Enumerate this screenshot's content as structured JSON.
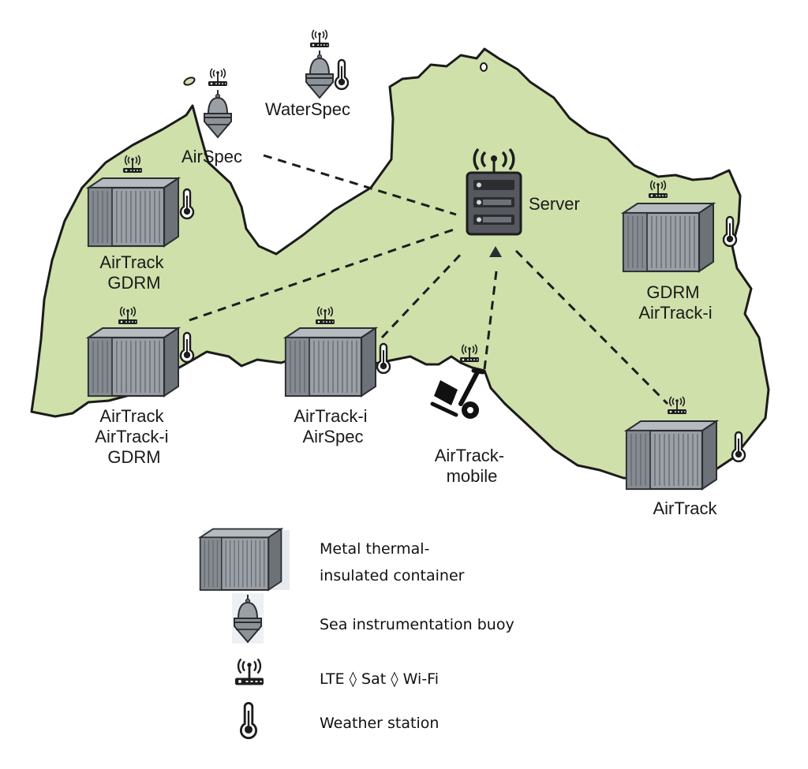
{
  "colors": {
    "land": "#cfe0ab",
    "land_outline": "#1b1b1b",
    "sea": "#ffffff",
    "container_body": "#7e838a",
    "container_side": "#a2a7ad",
    "container_top": "#b6bbc0",
    "device_dark": "#2b2d31",
    "buoy": "#8d9297",
    "link": "#1d1d1d"
  },
  "server": {
    "label": "Server",
    "icon": "server-icon"
  },
  "sites": [
    {
      "id": "airspec-buoy",
      "type": "buoy",
      "label_lines": [
        "AirSpec"
      ],
      "has_weather_station": false,
      "has_antenna": true,
      "linked_to_server": true
    },
    {
      "id": "waterspec-buoy",
      "type": "buoy",
      "label_lines": [
        "WaterSpec"
      ],
      "has_weather_station": true,
      "has_antenna": true,
      "linked_to_server": false
    },
    {
      "id": "airtrack-gdrm",
      "type": "container",
      "label_lines": [
        "AirTrack",
        "GDRM"
      ],
      "has_weather_station": true,
      "has_antenna": true,
      "linked_to_server": false
    },
    {
      "id": "airtrack-airtracki-gdrm",
      "type": "container",
      "label_lines": [
        "AirTrack",
        "AirTrack-i",
        "GDRM"
      ],
      "has_weather_station": true,
      "has_antenna": true,
      "linked_to_server": true
    },
    {
      "id": "airtracki-airspec",
      "type": "container",
      "label_lines": [
        "AirTrack-i",
        "AirSpec"
      ],
      "has_weather_station": true,
      "has_antenna": true,
      "linked_to_server": true
    },
    {
      "id": "airtrack-mobile",
      "type": "mobile",
      "label_lines": [
        "AirTrack-",
        "mobile"
      ],
      "has_weather_station": false,
      "has_antenna": true,
      "linked_to_server": true
    },
    {
      "id": "gdrm-airtracki",
      "type": "container",
      "label_lines": [
        "GDRM",
        "AirTrack-i"
      ],
      "has_weather_station": true,
      "has_antenna": true,
      "linked_to_server": false
    },
    {
      "id": "airtrack-east",
      "type": "container",
      "label_lines": [
        "AirTrack"
      ],
      "has_weather_station": true,
      "has_antenna": true,
      "linked_to_server": true
    }
  ],
  "legend": [
    {
      "icon": "container-icon",
      "lines": [
        "Metal thermal-",
        "insulated container"
      ]
    },
    {
      "icon": "buoy-icon",
      "lines": [
        "Sea instrumentation buoy"
      ]
    },
    {
      "icon": "router-antenna-icon",
      "lines": [
        "LTE ◊ Sat ◊ Wi-Fi"
      ]
    },
    {
      "icon": "thermometer-icon",
      "lines": [
        "Weather station"
      ]
    }
  ]
}
